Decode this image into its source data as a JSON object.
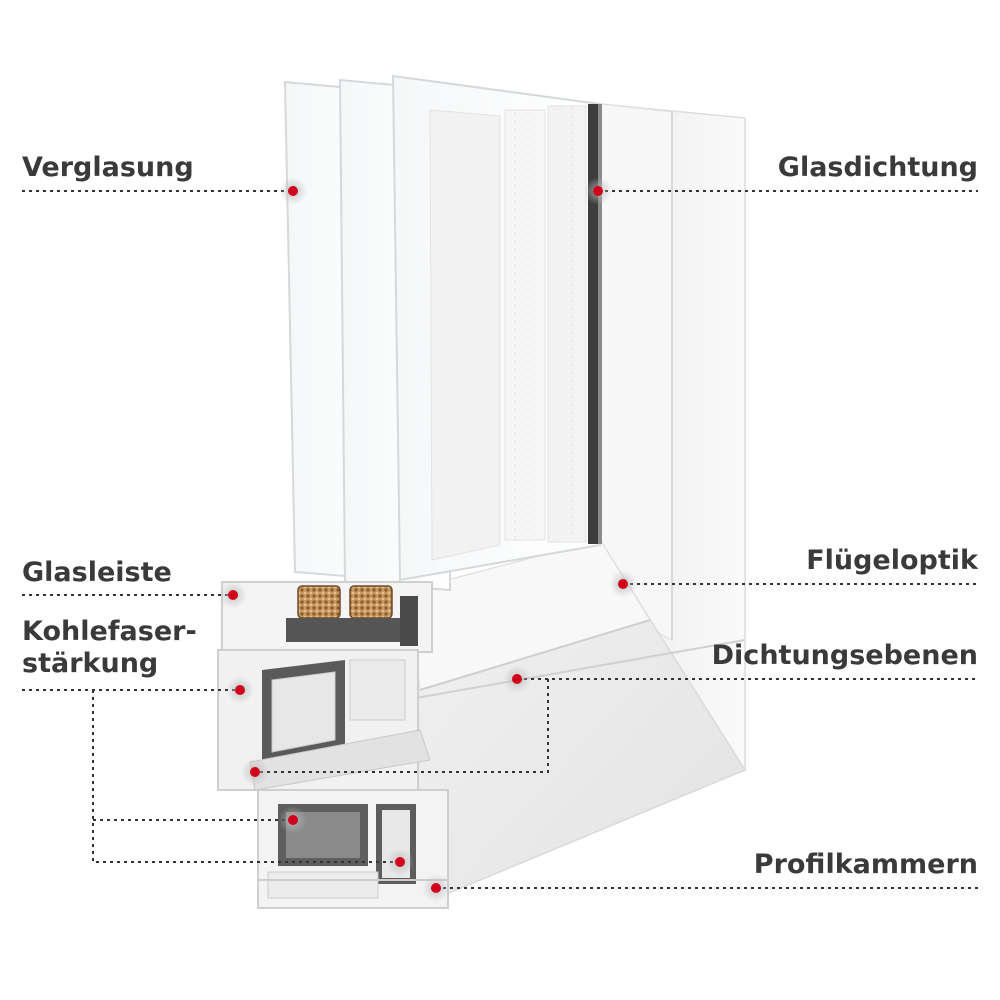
{
  "labels": {
    "verglasung": "Verglasung",
    "glasdichtung": "Glasdichtung",
    "glasleiste": "Glasleiste",
    "kohlefaser": "Kohlefaser-\nstärkung",
    "fluegeloptik": "Flügeloptik",
    "dichtungsebenen": "Dichtungsebenen",
    "profilkammern": "Profilkammern"
  },
  "colors": {
    "marker": "#d0021b",
    "leader": "#333333",
    "text": "#3a3a3a",
    "profile": "#f4f4f4",
    "reinforcement": "#6b6b6b",
    "spacer_fill": "#c89a62"
  }
}
